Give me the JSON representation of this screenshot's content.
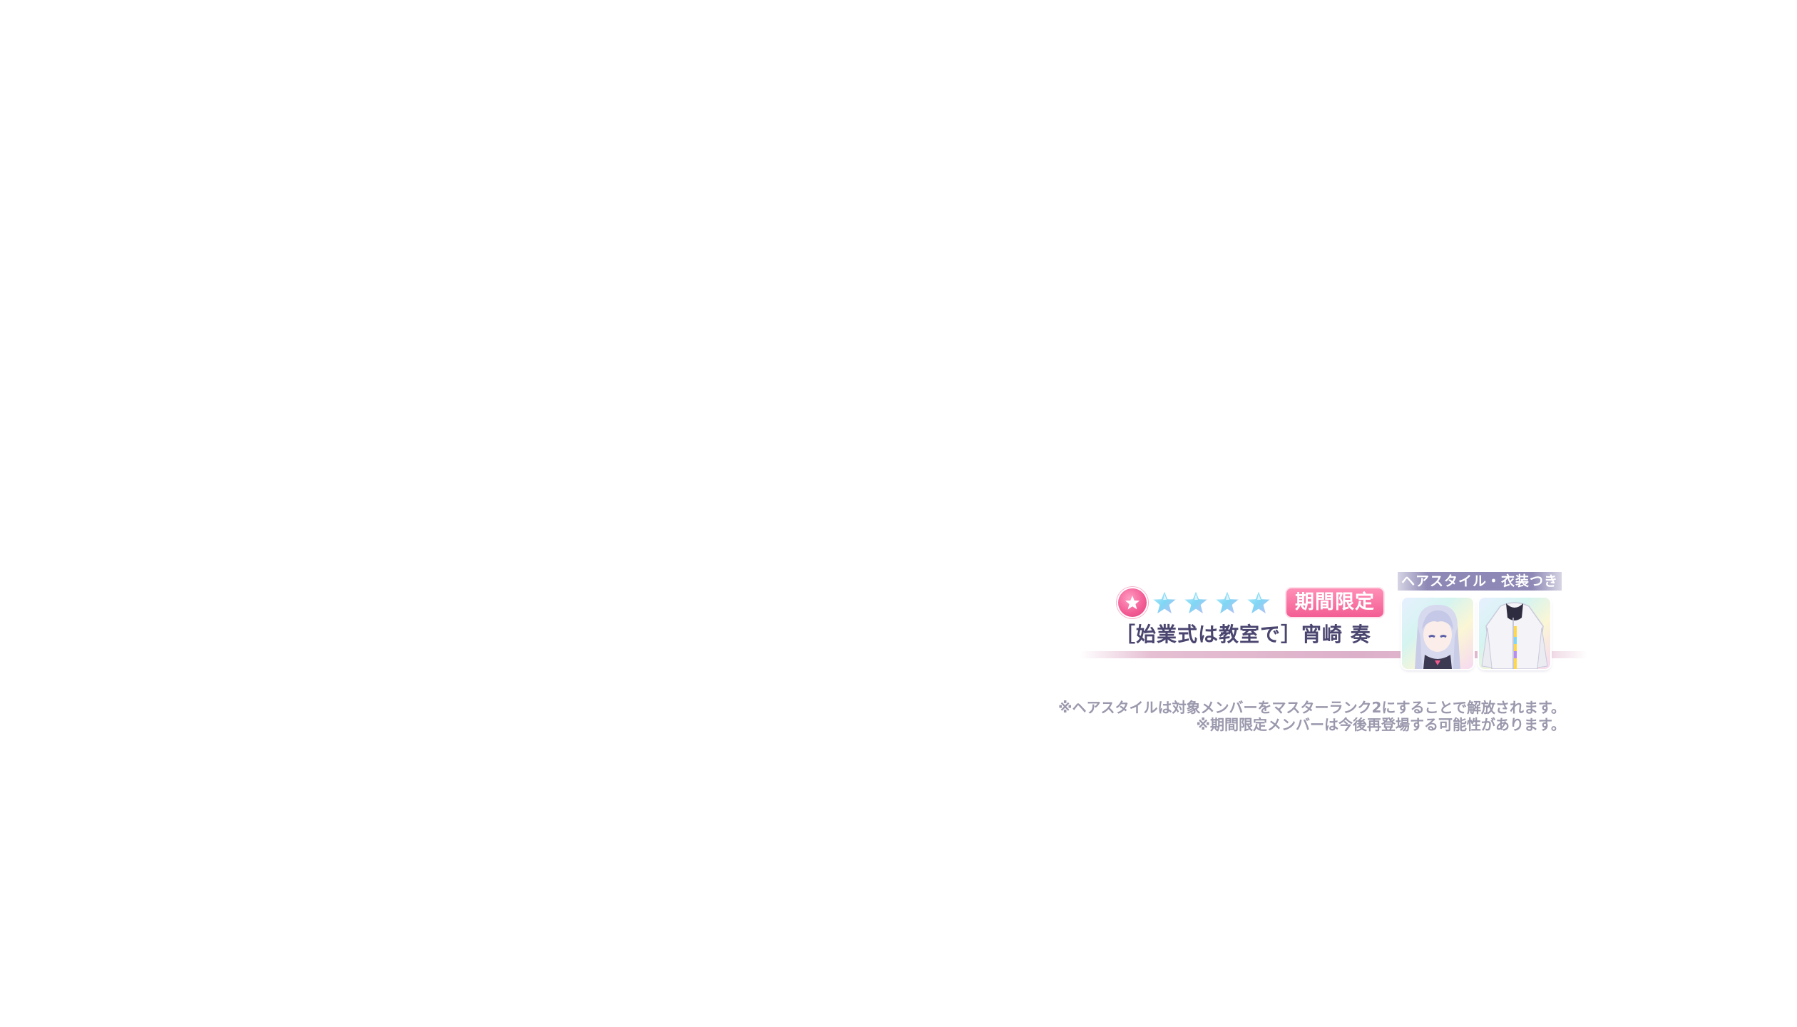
{
  "card": {
    "rarity_total": 4,
    "rarity_icon": "star-icon",
    "limited_label": "期間限定",
    "name": "［始業式は教室で］宵崎 奏",
    "extras_label": "ヘアスタイル・衣装つき",
    "extras": [
      {
        "icon": "hairstyle-portrait-icon"
      },
      {
        "icon": "costume-icon"
      }
    ],
    "colors": {
      "accent_pink": "#f35d93",
      "star_blue": "#7fd6f4",
      "name_text": "#4a4670",
      "extras_bar": "#8d88b5"
    }
  },
  "notes": {
    "line1": "※ヘアスタイルは対象メンバーをマスターランク2にすることで解放されます。",
    "line2": "※期間限定メンバーは今後再登場する可能性があります。"
  }
}
